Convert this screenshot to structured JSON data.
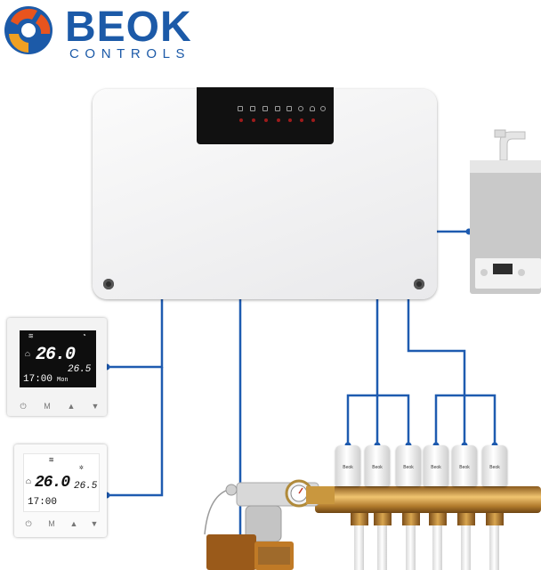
{
  "brand": {
    "name": "BEOK",
    "subtitle": "CONTROLS"
  },
  "controller": {
    "indicator_icons": [
      "house-icon",
      "house-icon",
      "house-icon",
      "house-icon",
      "house-icon",
      "sun-icon",
      "flame-icon",
      "power-icon"
    ]
  },
  "thermostat_black": {
    "temperature": "26.0",
    "set_temperature": "26.5",
    "time": "17:00",
    "day": "Mon",
    "buttons": [
      "⏻",
      "M",
      "▲",
      "▼"
    ]
  },
  "thermostat_white": {
    "temperature": "26.0",
    "set_temperature": "26.5",
    "time": "17:00",
    "buttons": [
      "⏻",
      "M",
      "▲",
      "▼"
    ]
  },
  "actuators": {
    "label": "Beok",
    "count": 6
  },
  "colors": {
    "brand_blue": "#1c5aa8",
    "wire_blue": "#1e5bb0",
    "brass": "#c9973e"
  }
}
